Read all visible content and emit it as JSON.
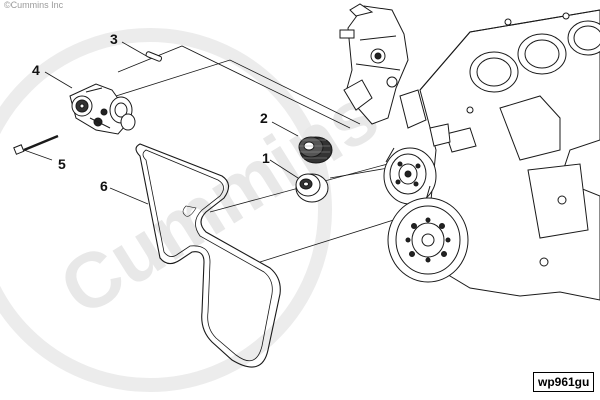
{
  "copyright": "©Cummins Inc",
  "watermark": {
    "text": "Cummins"
  },
  "figure_id": "wp961gu",
  "callouts": [
    {
      "id": "1",
      "label": "1"
    },
    {
      "id": "2",
      "label": "2"
    },
    {
      "id": "3",
      "label": "3"
    },
    {
      "id": "4",
      "label": "4"
    },
    {
      "id": "5",
      "label": "5"
    },
    {
      "id": "6",
      "label": "6"
    }
  ],
  "colors": {
    "line": "#1a1a1a",
    "watermark": "#e8e8e8",
    "background": "#ffffff"
  }
}
